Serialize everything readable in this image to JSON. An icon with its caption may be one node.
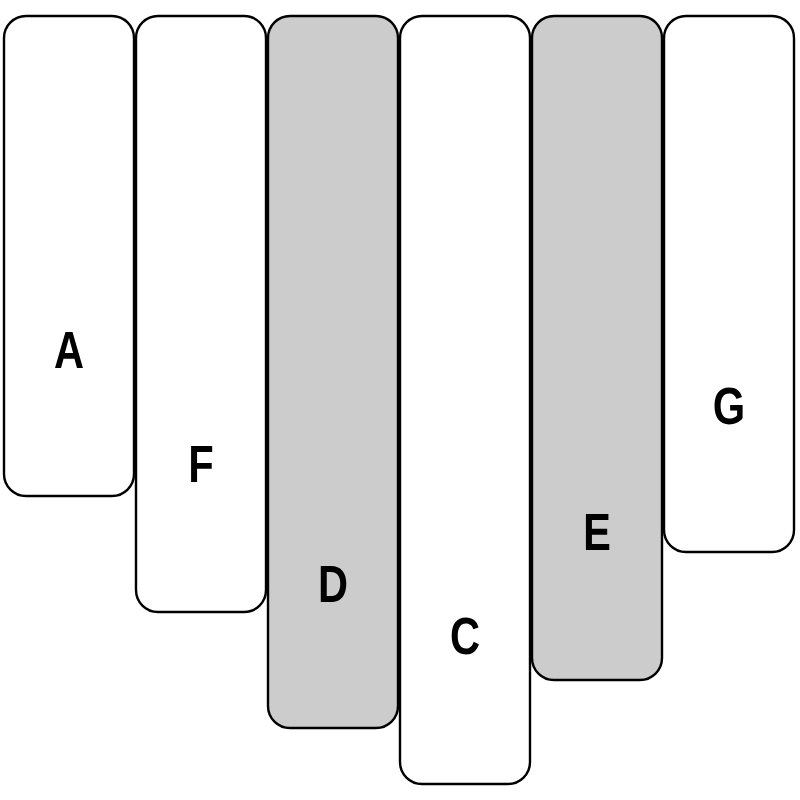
{
  "diagram": {
    "nodes": [
      {
        "text": [
          "A"
        ]
      },
      {
        "text": [
          "F"
        ]
      },
      {
        "text": [
          "D"
        ]
      },
      {
        "text": [
          "C"
        ]
      },
      {
        "text": [
          "E"
        ]
      },
      {
        "text": [
          "G"
        ]
      }
    ]
  }
}
